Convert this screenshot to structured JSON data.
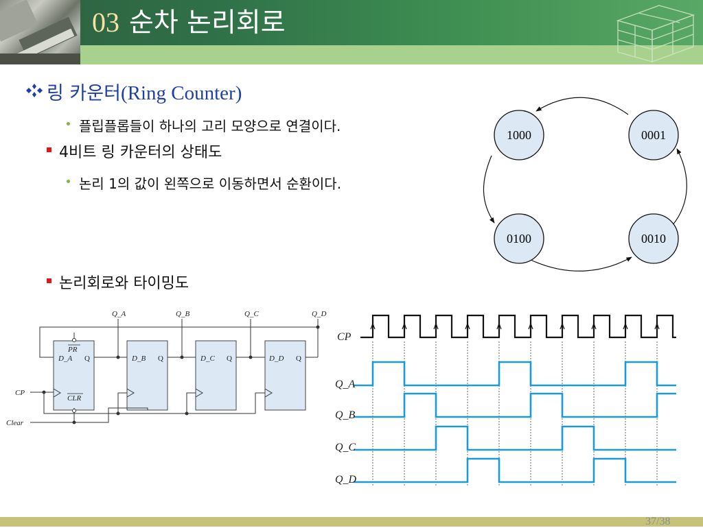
{
  "slide": {
    "title_number": "03",
    "title_text": "순차 논리회로",
    "heading_bullet_icon": "diamond-quad-bullet",
    "heading_korean": "링 카운터",
    "heading_english": "(Ring Counter)",
    "bullets": [
      {
        "level": 2,
        "text": "플립플롭들이 하나의 고리 모양으로 연결이다."
      },
      {
        "level": 1,
        "text": "4비트 링 카운터의 상태도"
      },
      {
        "level": 2,
        "text": "논리 1의 값이 왼쪽으로 이동하면서 순환이다."
      },
      {
        "level": 1,
        "text": "논리회로와 타이밍도"
      }
    ],
    "page_number": "37/38"
  },
  "state_diagram": {
    "states": [
      "1000",
      "0001",
      "0100",
      "0010"
    ]
  },
  "circuit": {
    "output_labels": [
      "Q_A",
      "Q_B",
      "Q_C",
      "Q_D"
    ],
    "flipflops": [
      {
        "d": "D_A",
        "q": "Q",
        "pr": "PR",
        "clr": "CLR"
      },
      {
        "d": "D_B",
        "q": "Q"
      },
      {
        "d": "D_C",
        "q": "Q"
      },
      {
        "d": "D_D",
        "q": "Q"
      }
    ],
    "inputs": [
      "CP",
      "Clear"
    ]
  },
  "timing": {
    "clock_label": "CP",
    "signal_labels": [
      "Q_A",
      "Q_B",
      "Q_C",
      "Q_D"
    ],
    "signal_color": "#1a9ad7",
    "clock_periods": 10,
    "waveforms": {
      "Q_A": [
        1,
        0,
        0,
        0,
        1,
        0,
        0,
        0,
        1,
        0
      ],
      "Q_B": [
        0,
        1,
        0,
        0,
        0,
        1,
        0,
        0,
        0,
        1
      ],
      "Q_C": [
        0,
        0,
        1,
        0,
        0,
        0,
        1,
        0,
        0,
        0
      ],
      "Q_D": [
        0,
        0,
        0,
        1,
        0,
        0,
        0,
        1,
        0,
        0
      ]
    }
  },
  "colors": {
    "header_green": "#2f7048",
    "header_strip": "#a9d18e",
    "heading_blue": "#1f3fa8",
    "state_fill": "#dce9f5",
    "footer": "#c6c27a"
  }
}
